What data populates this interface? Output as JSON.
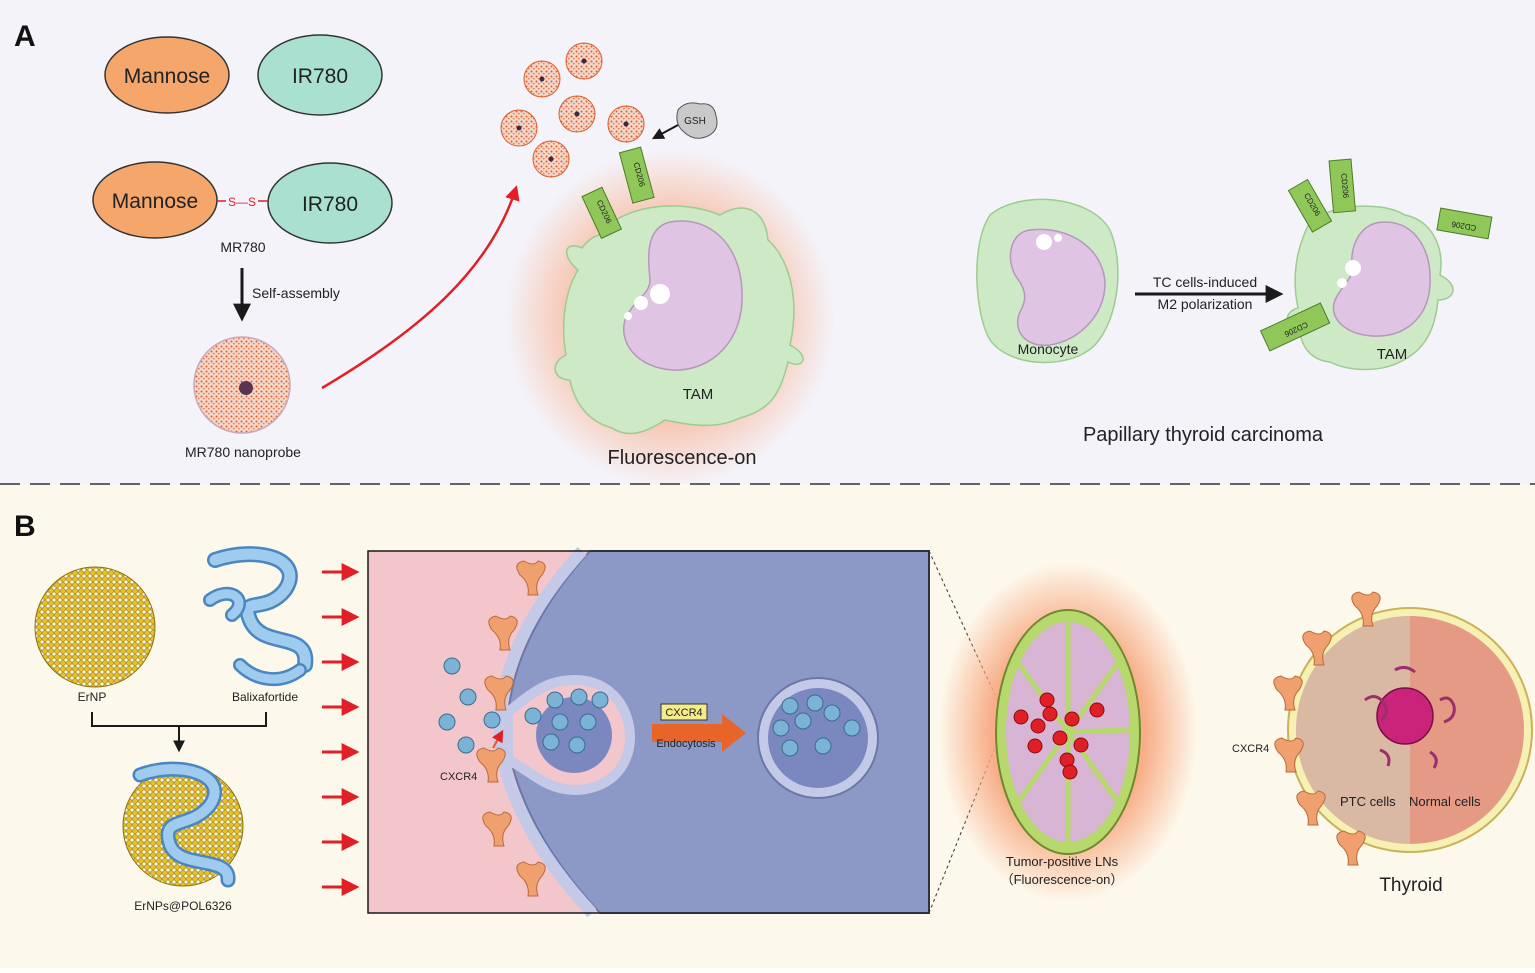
{
  "panelA": {
    "label": "A",
    "mannose": "Mannose",
    "ir780": "IR780",
    "disulfide": "S—S",
    "mr780": "MR780",
    "self_assembly": "Self-assembly",
    "nanoprobe": "MR780 nanoprobe",
    "gsh": "GSH",
    "cd206": "CD206",
    "tam": "TAM",
    "fluorescence_on": "Fluorescence-on",
    "monocyte": "Monocyte",
    "polarization_line1": "TC cells-induced",
    "polarization_line2": "M2 polarization",
    "ptc": "Papillary thyroid carcinoma"
  },
  "panelB": {
    "label": "B",
    "ernp": "ErNP",
    "balixafortide": "Balixafortide",
    "ernps_pol": "ErNPs@POL6326",
    "cxcr4": "CXCR4",
    "endocytosis": "Endocytosis",
    "tumor_ln_line1": "Tumor-positive LNs",
    "tumor_ln_line2": "（Fluorescence-on）",
    "ptc_cells": "PTC cells",
    "normal_cells": "Normal cells",
    "thyroid": "Thyroid"
  },
  "colors": {
    "panelA_bg": "#f4f3f9",
    "panelB_bg": "#fdf8ec",
    "mannose": "#f5a66a",
    "ir780": "#a9e0cf",
    "tam_cell": "#cde9c6",
    "nucleus": "#e0c4e3",
    "receptor_green": "#8fc758",
    "arrow_red": "#e01f26",
    "endo_blue": "#8c98c6",
    "extracell_pink": "#f3c6cc",
    "cxcr4_orange": "#f0a06e",
    "ln_green": "#b6d86c",
    "normal_cells": "#e49a85",
    "ptc_cells": "#d9b8a4"
  }
}
